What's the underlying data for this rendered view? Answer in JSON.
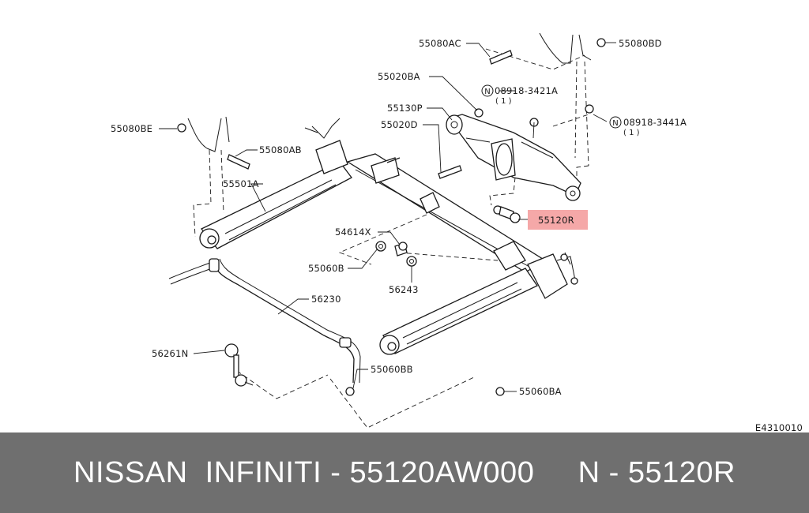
{
  "diagram": {
    "code": "E4310010",
    "highlight_color": "#f28b8b",
    "labels": {
      "p55080AC": "55080AC",
      "p55080BD": "55080BD",
      "p55020BA": "55020BA",
      "p08918_3421A": "08918-3421A",
      "p08918_3421A_qty": "( 1 )",
      "p55130P": "55130P",
      "p55020D": "55020D",
      "p08918_3441A": "08918-3441A",
      "p08918_3441A_qty": "( 1 )",
      "p55080BE": "55080BE",
      "p55080AB": "55080AB",
      "p55501A": "55501A",
      "p55120R": "55120R",
      "p54614X": "54614X",
      "p55060B": "55060B",
      "p56243": "56243",
      "p56230": "56230",
      "p56261N": "56261N",
      "p55060BB": "55060BB",
      "p55060BA": "55060BA"
    },
    "nut_marker": "N"
  },
  "footer": {
    "text": "NISSAN  INFINITI - 55120AW000     N - 55120R",
    "background": "#6f6f6f"
  }
}
